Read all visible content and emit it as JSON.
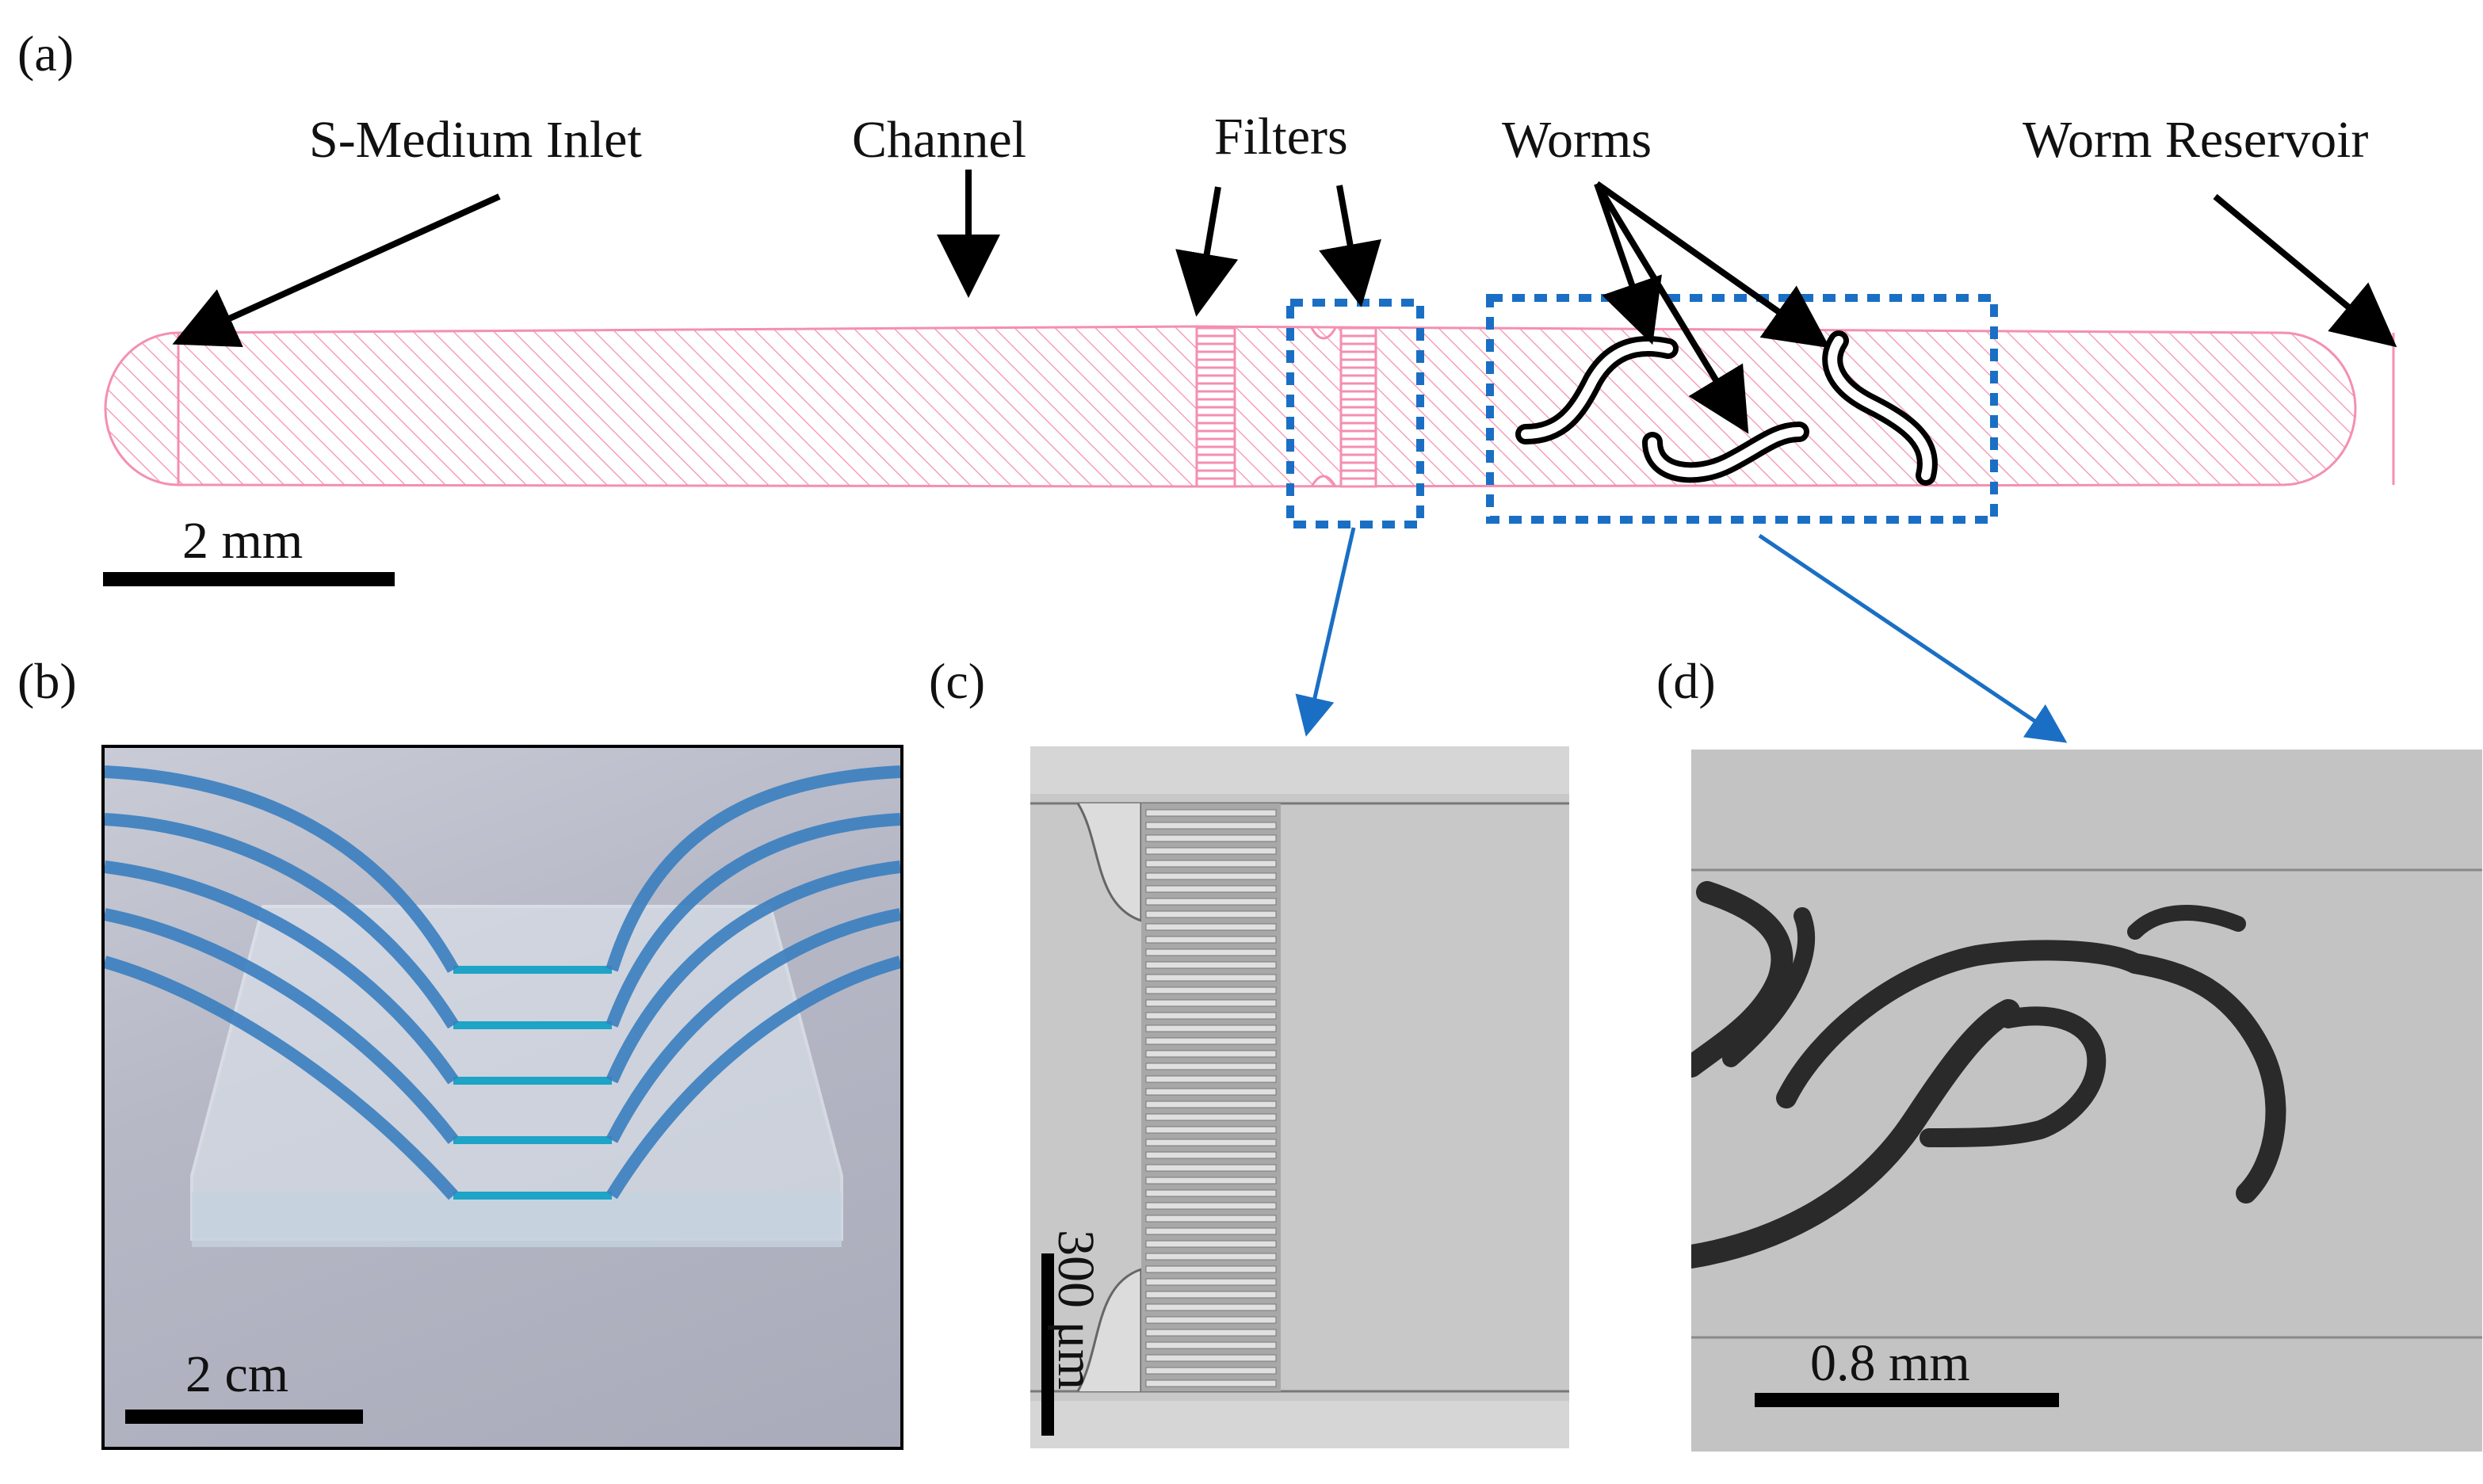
{
  "panels": {
    "a": {
      "label": "(a)",
      "annotations": {
        "inlet": "S-Medium Inlet",
        "channel": "Channel",
        "filters": "Filters",
        "worms": "Worms",
        "reservoir": "Worm Reservoir"
      },
      "scale": "2 mm",
      "colors": {
        "channel": "#f48fb1",
        "highlight_box": "#1a6fc4",
        "callout_arrow": "#1a6fc4"
      }
    },
    "b": {
      "label": "(b)",
      "scale": "2 cm",
      "photo": "device-photo"
    },
    "c": {
      "label": "(c)",
      "scale": "300 μm",
      "photo": "filter-micrograph"
    },
    "d": {
      "label": "(d)",
      "scale": "0.8 mm",
      "photo": "worms-micrograph"
    }
  }
}
